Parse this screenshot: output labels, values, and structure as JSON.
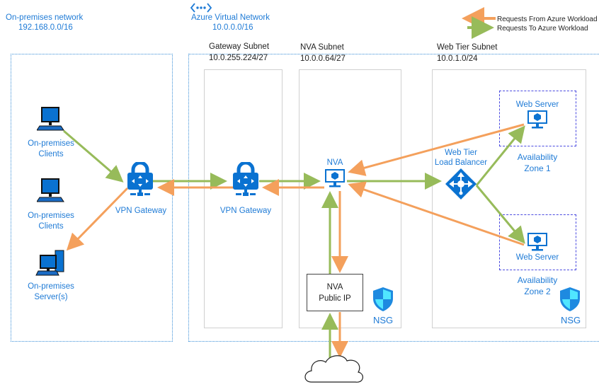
{
  "legend": {
    "from_azure": "Requests From Azure Workload",
    "to_azure": "Requests To Azure Workload"
  },
  "colors": {
    "request_from": "#f4a05c",
    "request_to": "#97bb5a",
    "azure_blue": "#1f7bd6",
    "icon_blue": "#0a72d1",
    "boundary": "#3a8fd8",
    "zone_border": "#4a4ae0"
  },
  "onprem": {
    "title": "On-premises network",
    "cidr": "192.168.0.0/16",
    "clients1": [
      "On-premises",
      "Clients"
    ],
    "clients2": [
      "On-premises",
      "Clients"
    ],
    "servers": [
      "On-premises",
      "Server(s)"
    ],
    "vpn_gateway": "VPN Gateway"
  },
  "vnet": {
    "title": "Azure Virtual Network",
    "cidr": "10.0.0.0/16",
    "icon": "virtual-network-icon",
    "gateway_subnet": {
      "name": "Gateway Subnet",
      "cidr": "10.0.255.224/27",
      "vpn_gateway": "VPN Gateway"
    },
    "nva_subnet": {
      "name": "NVA Subnet",
      "cidr": "10.0.0.64/27",
      "nva": "NVA",
      "public_ip": [
        "NVA",
        "Public IP"
      ],
      "nsg": "NSG"
    },
    "web_subnet": {
      "name": "Web Tier Subnet",
      "cidr": "10.0.1.0/24",
      "load_balancer": [
        "Web Tier",
        "Load Balancer"
      ],
      "web_server_1": "Web Server",
      "zone_1": [
        "Availability",
        "Zone 1"
      ],
      "web_server_2": "Web Server",
      "zone_2": [
        "Availability",
        "Zone 2"
      ],
      "nsg": "NSG"
    }
  }
}
